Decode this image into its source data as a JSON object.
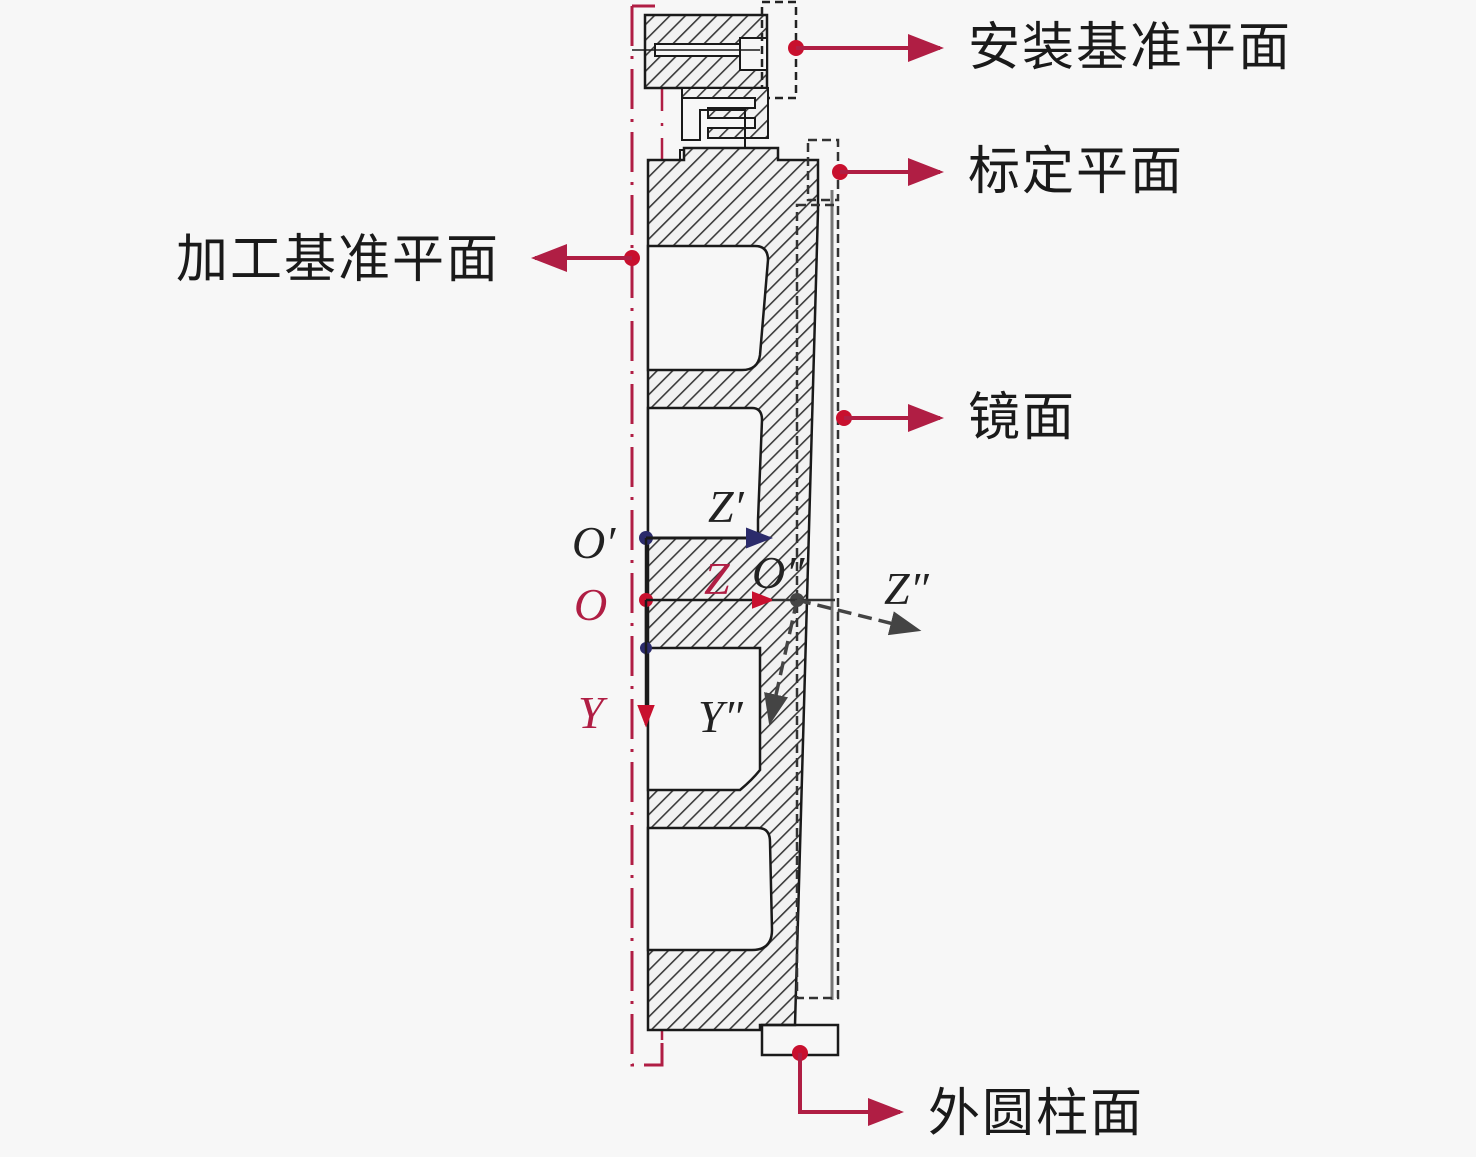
{
  "diagram": {
    "title": "",
    "colors": {
      "background": "#f7f7f7",
      "callout": "#b01e44",
      "callout_dot": "#c8102e",
      "outline": "#1a1a1a",
      "hatch": "#333333",
      "axis_blue": "#2b2b6b",
      "axis_red": "#c8102e",
      "axis_dark": "#444444"
    },
    "callouts": [
      {
        "id": "install-reference-plane",
        "label": "安装基准平面",
        "direction": "right"
      },
      {
        "id": "calibration-plane",
        "label": "标定平面",
        "direction": "right"
      },
      {
        "id": "machining-reference-plane",
        "label": "加工基准平面",
        "direction": "left"
      },
      {
        "id": "mirror-surface",
        "label": "镜面",
        "direction": "right"
      },
      {
        "id": "outer-cylinder-surface",
        "label": "外圆柱面",
        "direction": "right"
      }
    ],
    "coordinate_systems": [
      {
        "id": "machining",
        "origin": "O",
        "z_axis": "Z",
        "y_axis": "Y",
        "color": "red"
      },
      {
        "id": "calibration",
        "origin": "O′",
        "z_axis": "Z′",
        "y_axis": "",
        "color": "blue"
      },
      {
        "id": "mirror",
        "origin": "O″",
        "z_axis": "Z″",
        "y_axis": "Y″",
        "color": "dark"
      }
    ]
  }
}
